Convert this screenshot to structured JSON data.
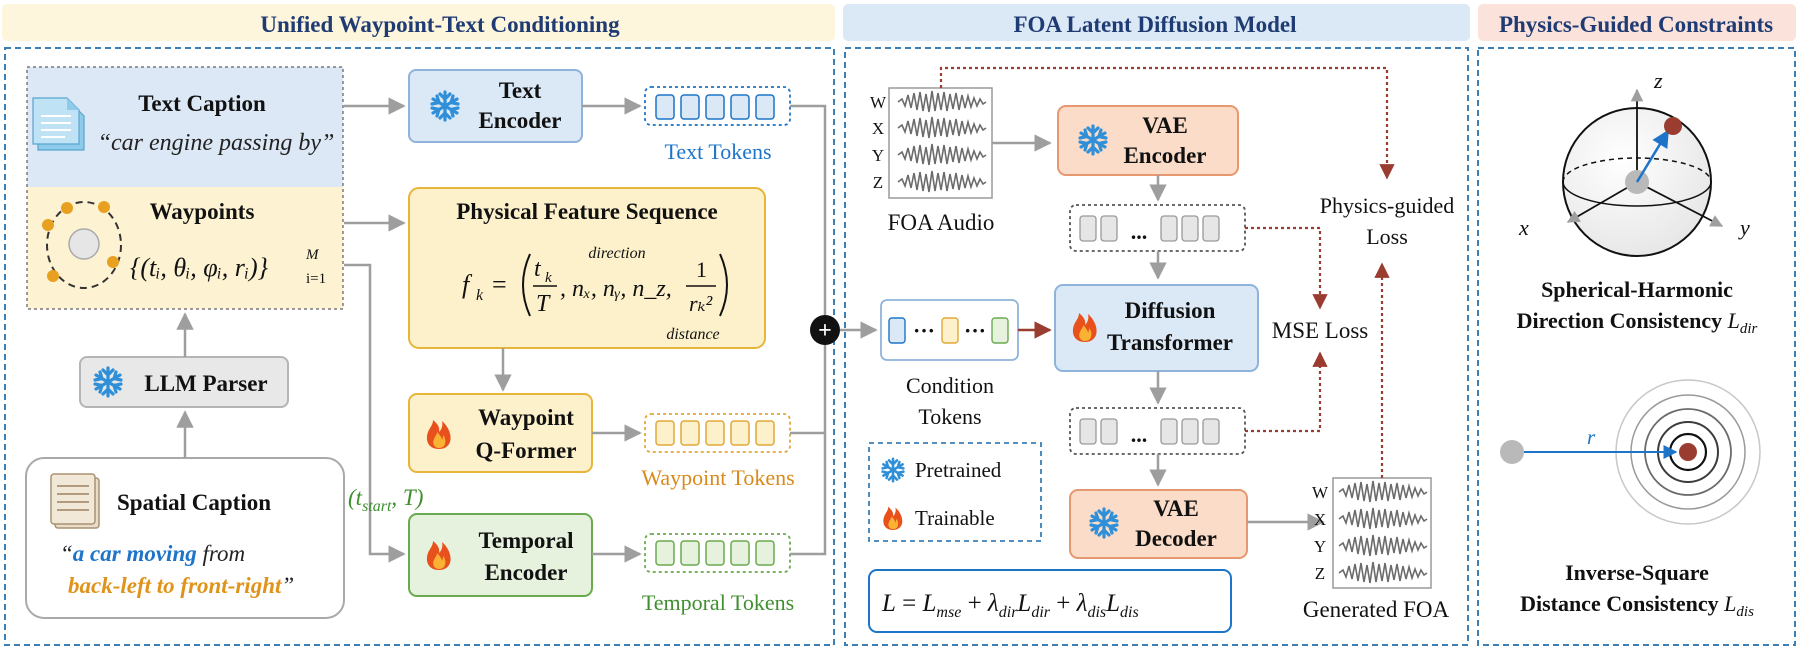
{
  "panels": {
    "conditioning": "Unified Waypoint-Text Conditioning",
    "diffusion": "FOA Latent Diffusion Model",
    "physics": "Physics-Guided Constraints"
  },
  "text_caption": {
    "title": "Text Caption",
    "quote": "“car engine passing by”"
  },
  "waypoints": {
    "title": "Waypoints",
    "set_formula": "{(tᵢ, θᵢ, φᵢ, rᵢ)}",
    "superscript": "M",
    "subscript": "i=1"
  },
  "llm_parser": "LLM Parser",
  "spatial_caption": {
    "title": "Spatial Caption",
    "open_quote": "“",
    "highlight_blue": "a car moving",
    "plain_word": " from",
    "highlight_orange": "back-left to front-right",
    "close_quote": "”"
  },
  "text_encoder": {
    "line1": "Text",
    "line2": "Encoder"
  },
  "text_tokens": "Text Tokens",
  "physical_feature": {
    "title": "Physical Feature Sequence",
    "f_k": "f",
    "sub_k": "k",
    "equals": "=",
    "t_k": "t",
    "T": "T",
    "n_terms": ", nₓ, nᵧ, n_z,",
    "one": "1",
    "r_k2": "rₖ²",
    "direction_note": "direction",
    "distance_note": "distance"
  },
  "waypoint_qformer": {
    "line1": "Waypoint",
    "line2": "Q-Former"
  },
  "waypoint_tokens": "Waypoint Tokens",
  "temporal_encoder": {
    "line1": "Temporal",
    "line2": "Encoder"
  },
  "temporal_tokens": "Temporal Tokens",
  "time_label": "(t",
  "time_sub": "start",
  "time_tail": ", T)",
  "foa_audio": "FOA Audio",
  "foa_channels": [
    "W",
    "X",
    "Y",
    "Z"
  ],
  "vae_encoder": {
    "line1": "VAE",
    "line2": "Encoder"
  },
  "vae_decoder": {
    "line1": "VAE",
    "line2": "Decoder"
  },
  "diffusion_transformer": {
    "line1": "Diffusion",
    "line2": "Transformer"
  },
  "condition_tokens": {
    "line1": "Condition",
    "line2": "Tokens"
  },
  "ellipsis": "···",
  "latent_ellipsis": "...",
  "physics_loss": {
    "line1": "Physics-guided",
    "line2": "Loss"
  },
  "mse_loss": "MSE Loss",
  "legend": {
    "pretrained": "Pretrained",
    "trainable": "Trainable"
  },
  "loss_formula": {
    "L": "L",
    "eq": " = ",
    "term1": "L",
    "sub1": "mse",
    "plus1": " + ",
    "lam_dir": "λ",
    "sub_lam_dir": "dir",
    "L_dir": "L",
    "sub_L_dir": "dir",
    "plus2": " + ",
    "lam_dis": "λ",
    "sub_lam_dis": "dis",
    "L_dis": "L",
    "sub_L_dis": "dis"
  },
  "generated_foa": "Generated FOA",
  "axes": {
    "z": "z",
    "x": "x",
    "y": "y"
  },
  "direction_constraint": {
    "line1": "Spherical-Harmonic",
    "line2": "Direction Consistency ",
    "symbol": "L",
    "sub": "dir"
  },
  "distance_symbol": "r",
  "distance_constraint": {
    "line1": "Inverse-Square",
    "line2": "Distance Consistency ",
    "symbol": "L",
    "sub": "dis"
  },
  "plus_symbol": "+",
  "colors": {
    "navy": "#1f3b73",
    "blue_fill": "#dbe8f6",
    "blue_stroke": "#8fb3dc",
    "yellow_fill": "#fdf1cc",
    "yellow_stroke": "#e8b53c",
    "green_fill": "#e6f2dd",
    "green_stroke": "#6aaa4e",
    "salmon_fill": "#fbdcc8",
    "salmon_stroke": "#e79870",
    "dark_red": "#9a3c2f",
    "text_blue": "#1d74c8",
    "text_orange": "#e0931a",
    "text_green": "#3f8f2f"
  },
  "icons": [
    "snowflake-icon",
    "fire-icon",
    "document-icon",
    "scroll-icon",
    "plus-circle-icon"
  ]
}
